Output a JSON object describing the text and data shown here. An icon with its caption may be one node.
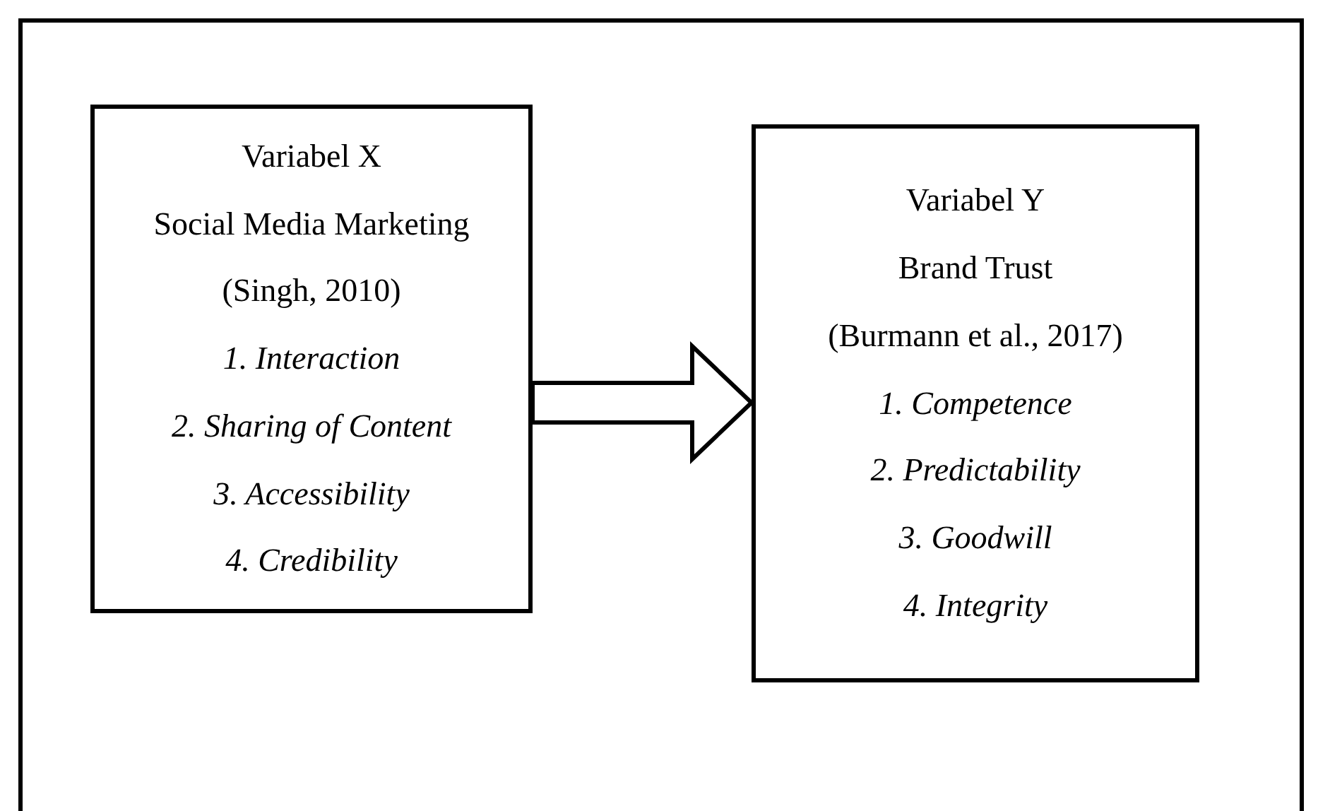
{
  "diagram": {
    "nodes": [
      {
        "text": [],
        "shape": "box"
      },
      {
        "text": [
          "Variabel X",
          "Social Media Marketing",
          "(Singh, 2010)",
          "1. Interaction",
          "2. Sharing of Content",
          "3. Accessibility",
          "4. Credibility"
        ],
        "in": 0
      },
      {
        "text": [
          "Variabel Y",
          "Brand Trust",
          "(Burmann et al., 2017)",
          "1. Competence",
          "2. Predictability",
          "3. Goodwill",
          "4. Integrity"
        ],
        "in": 0
      }
    ],
    "edges": [
      {
        "from": 1,
        "to": 2,
        "arrow": "to",
        "style": "thick"
      }
    ]
  }
}
